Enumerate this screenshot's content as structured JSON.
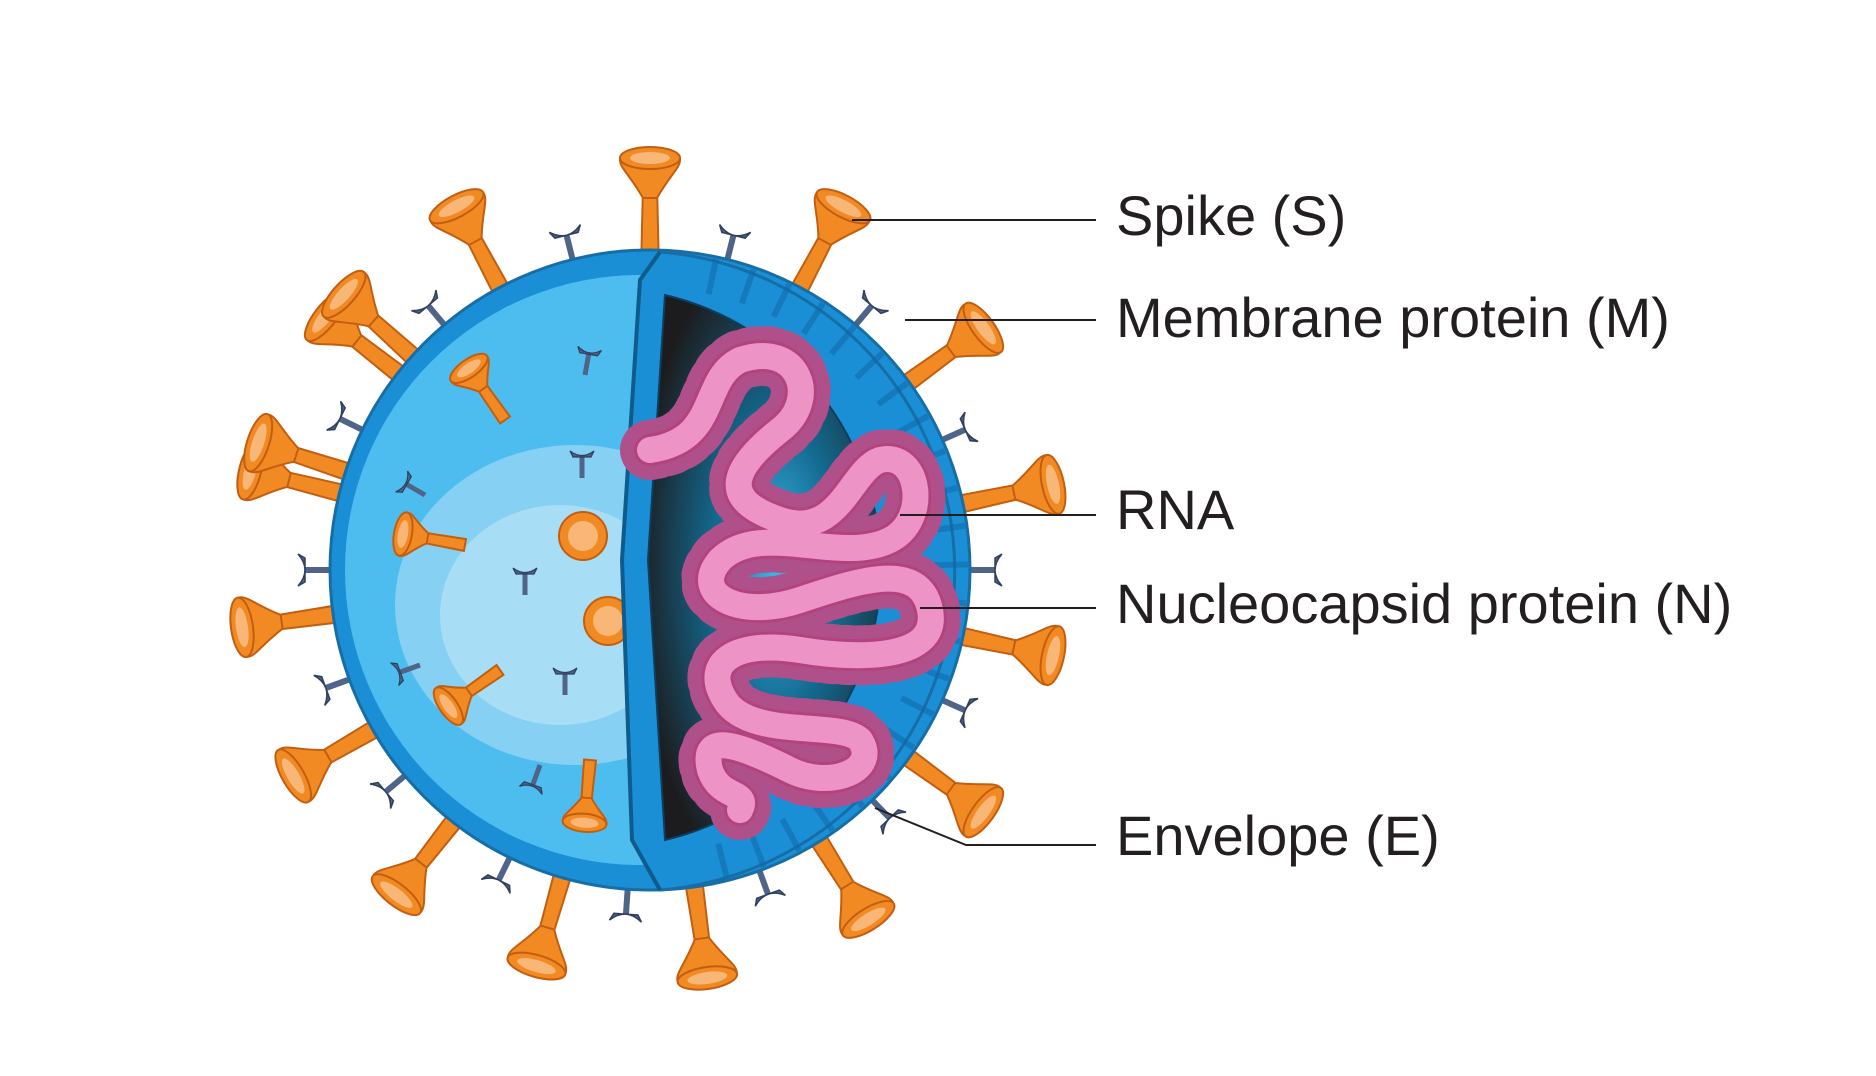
{
  "labels": {
    "spike": "Spike (S)",
    "membrane": "Membrane protein (M)",
    "rna": "RNA",
    "nucleocapsid": "Nucleocapsid protein (N)",
    "envelope": "Envelope (E)"
  },
  "colors": {
    "envelope_outer": "#1b8fd6",
    "envelope_inner": "#4dbdf0",
    "highlight": "#a9dcf5",
    "core_dark": "#231f20",
    "core_glow": "#1a8fc0",
    "spike_fill": "#f28a24",
    "spike_stroke": "#c35e0f",
    "spike_inner": "#f9b777",
    "membrane_protein": "#4f6487",
    "rna_fill": "#ee93c5",
    "rna_stroke": "#b3437e",
    "nucleocapsid": "#b0508a",
    "text": "#231f20",
    "leader_line": "#231f20"
  }
}
